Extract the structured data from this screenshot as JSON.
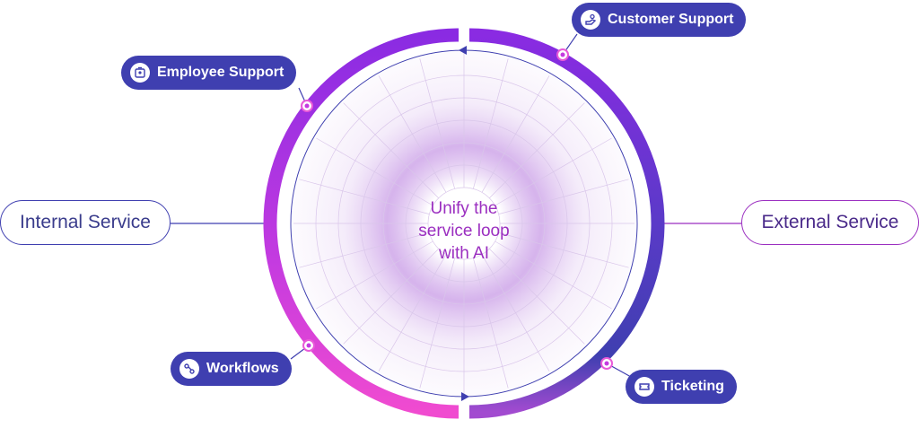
{
  "center": {
    "lines": [
      "Unify the",
      "service loop",
      "with AI"
    ]
  },
  "sides": {
    "internal": "Internal Service",
    "external": "External Service"
  },
  "nodes": {
    "customer_support": {
      "label": "Customer Support",
      "icon": "hand-heart-icon"
    },
    "employee_support": {
      "label": "Employee Support",
      "icon": "id-badge-icon"
    },
    "workflows": {
      "label": "Workflows",
      "icon": "flow-icon"
    },
    "ticketing": {
      "label": "Ticketing",
      "icon": "ticket-icon"
    }
  },
  "colors": {
    "pill": "#3f3fb0",
    "ring_purple": "#8a2be2",
    "ring_pink": "#f04bd0",
    "ring_indigo": "#3f3fb0",
    "text_magenta": "#9b2fc0"
  }
}
